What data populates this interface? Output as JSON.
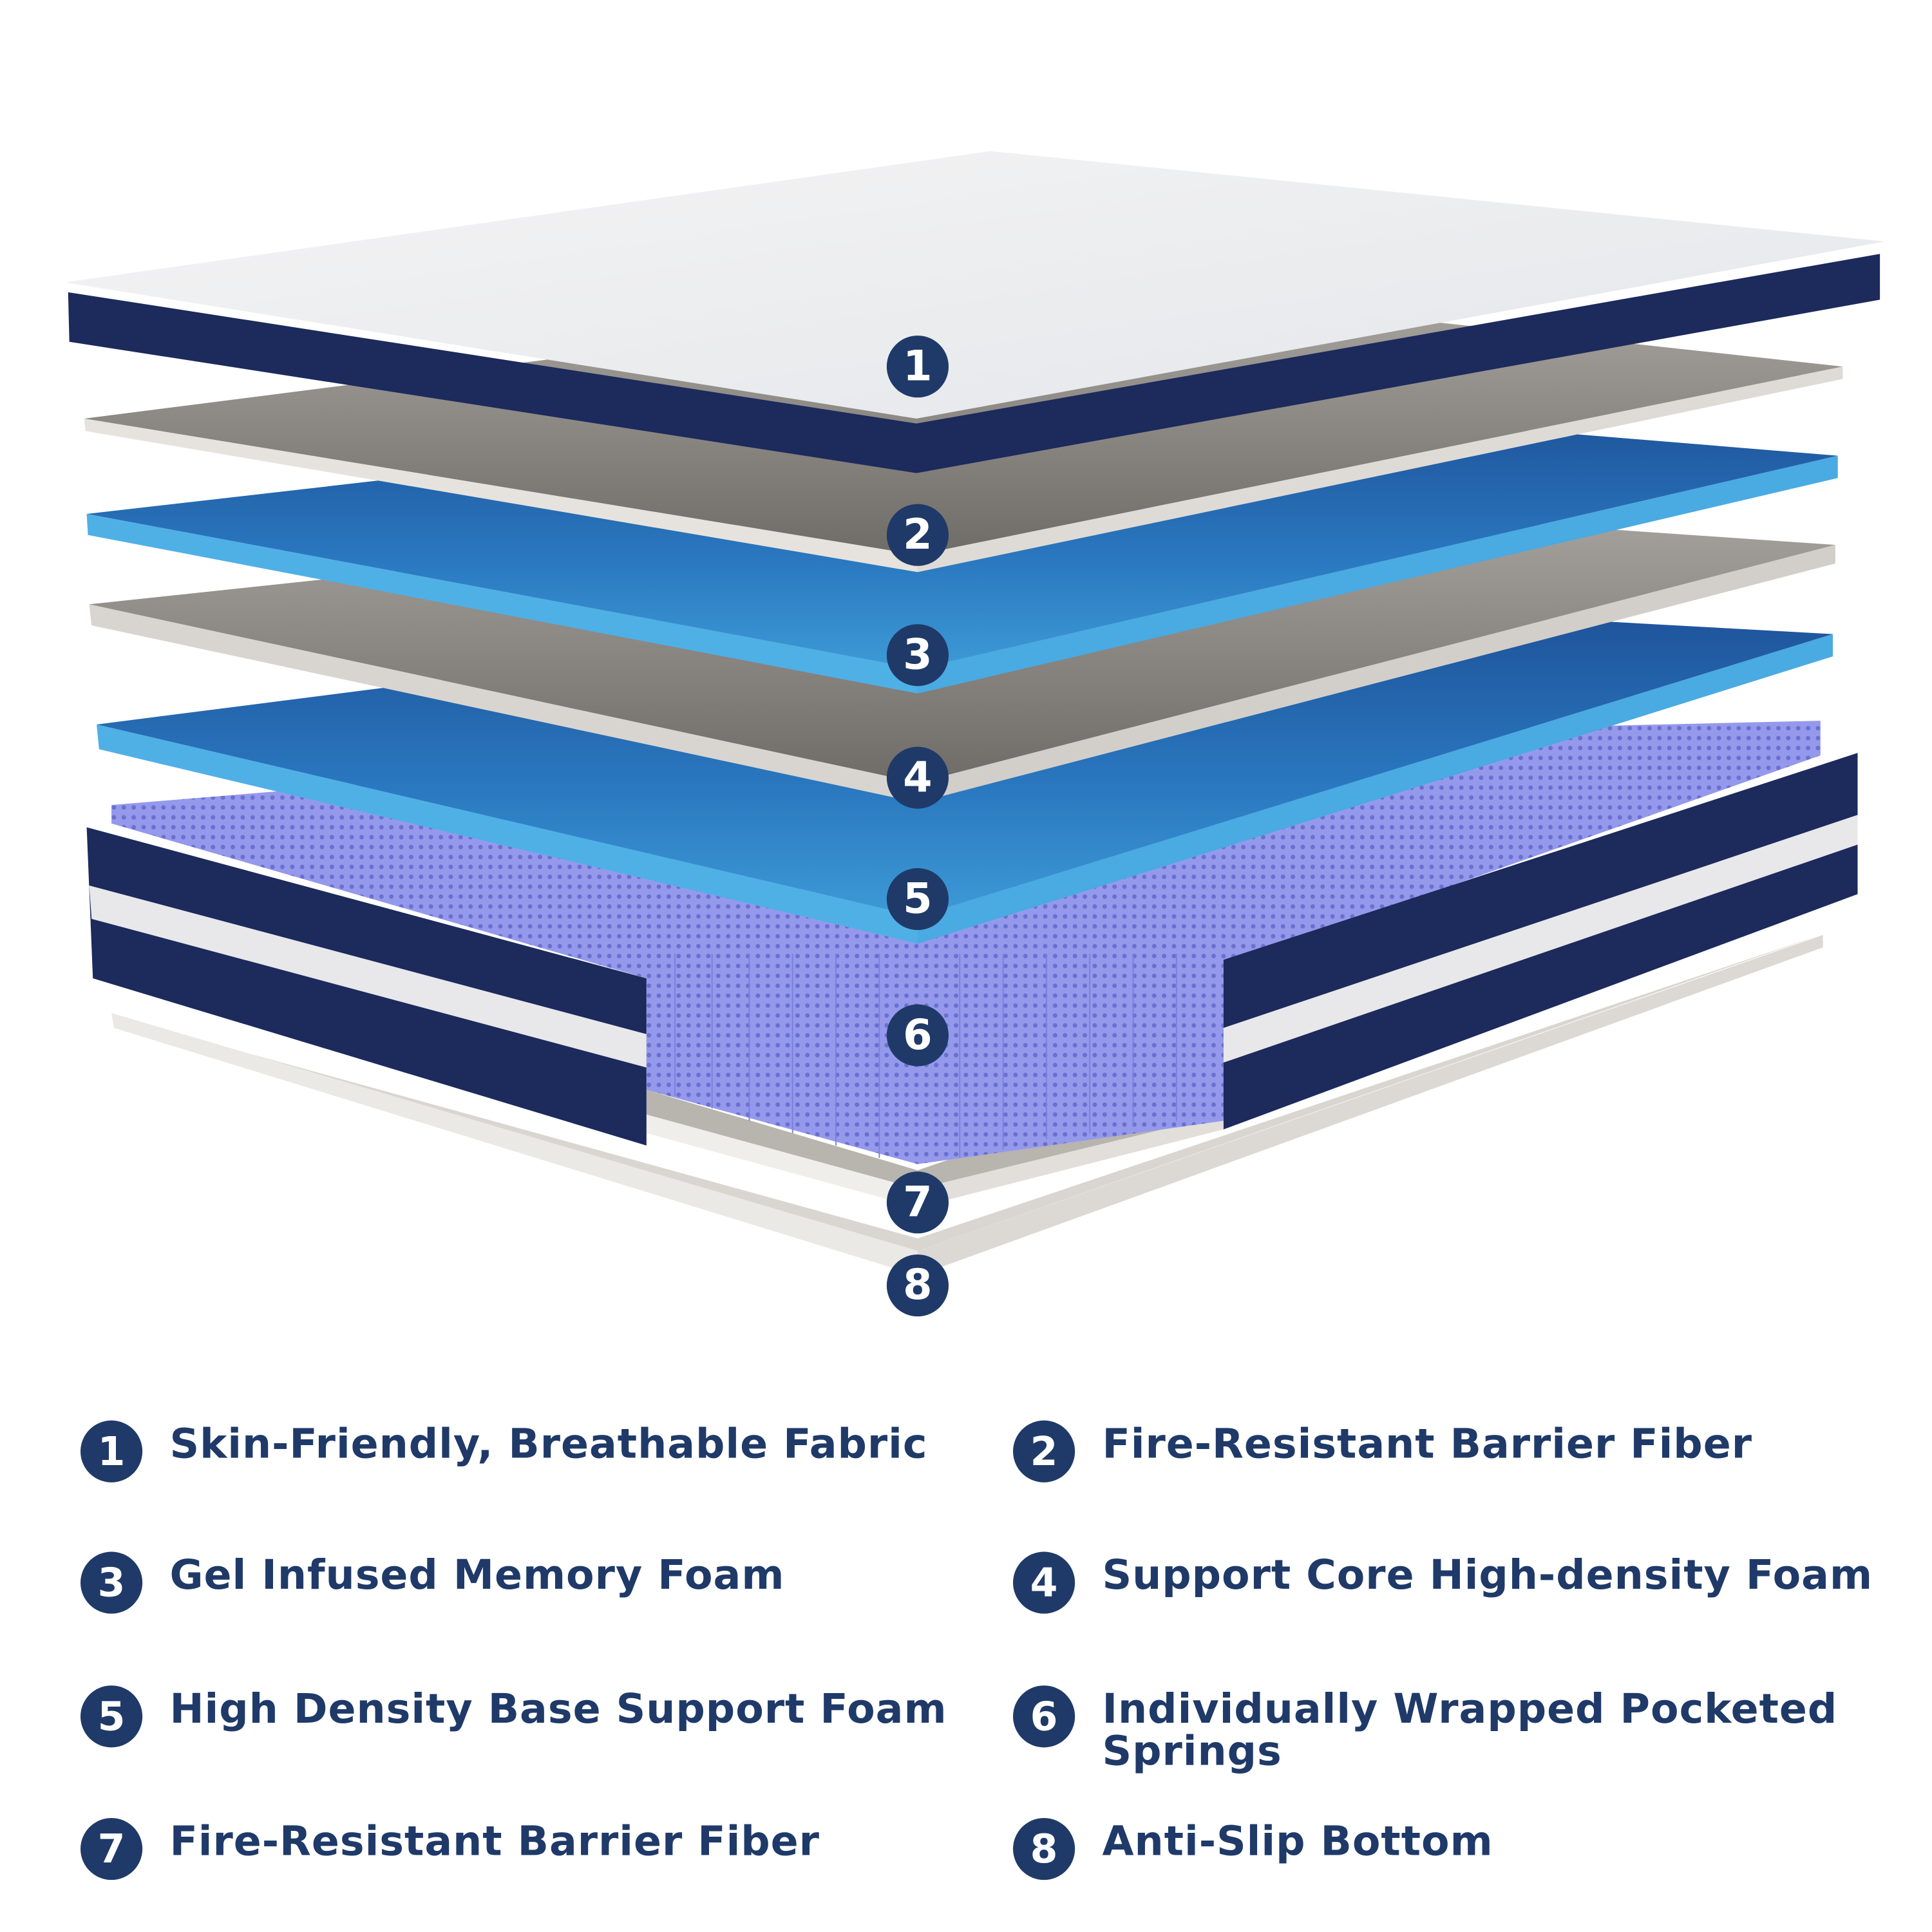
{
  "colors": {
    "navy": "#1f3a68",
    "band": "#1c2a5c",
    "gel_blue": "#2a78c0",
    "edge_blue": "#4fb0e6",
    "grey": "#8d8984",
    "spring": "#8c8fe6"
  },
  "markers": [
    "1",
    "2",
    "3",
    "4",
    "5",
    "6",
    "7",
    "8"
  ],
  "legend": [
    {
      "num": "1",
      "label": "Skin-Friendly, Breathable Fabric"
    },
    {
      "num": "2",
      "label": "Fire-Resistant Barrier Fiber"
    },
    {
      "num": "3",
      "label": "Gel Infused Memory Foam"
    },
    {
      "num": "4",
      "label": "Support Core High-density Foam"
    },
    {
      "num": "5",
      "label": "High Density Base Support Foam"
    },
    {
      "num": "6",
      "label": "Individually Wrapped Pocketed Springs"
    },
    {
      "num": "7",
      "label": "Fire-Resistant Barrier Fiber"
    },
    {
      "num": "8",
      "label": "Anti-Slip Bottom"
    }
  ]
}
